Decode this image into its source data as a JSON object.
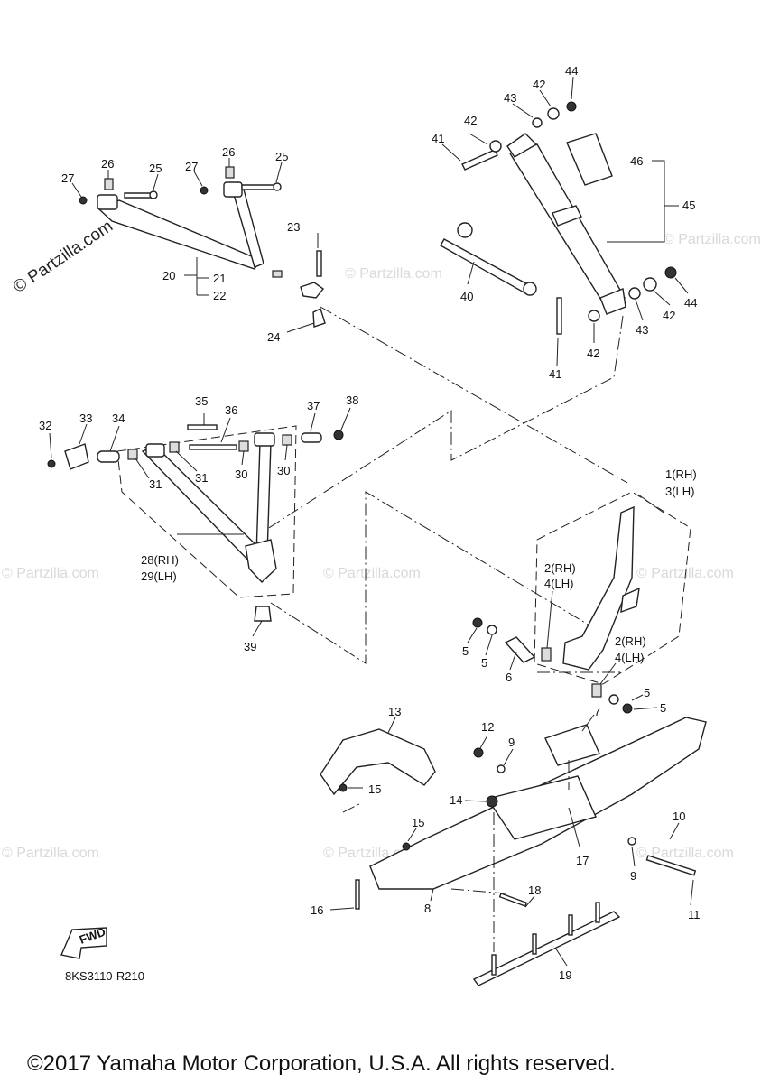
{
  "watermark": {
    "brand": "© Partzilla.com"
  },
  "diagram_code": "8KS3110-R210",
  "fwd_label": "FWD",
  "copyright": "©2017 Yamaha Motor Corporation, U.S.A. All rights reserved.",
  "callouts": {
    "c1": "1(RH)",
    "c3": "3(LH)",
    "c2a": "2(RH)",
    "c4a": "4(LH)",
    "c2b": "2(RH)",
    "c4b": "4(LH)",
    "c5a": "5",
    "c5b": "5",
    "c5c": "5",
    "c5d": "5",
    "c6": "6",
    "c7": "7",
    "c8": "8",
    "c9a": "9",
    "c9b": "9",
    "c10": "10",
    "c11": "11",
    "c12": "12",
    "c13": "13",
    "c14": "14",
    "c15a": "15",
    "c15b": "15",
    "c16": "16",
    "c17": "17",
    "c18": "18",
    "c19": "19",
    "c20": "20",
    "c21": "21",
    "c22": "22",
    "c23": "23",
    "c24": "24",
    "c25a": "25",
    "c25b": "25",
    "c26a": "26",
    "c26b": "26",
    "c27a": "27",
    "c27b": "27",
    "c28": "28(RH)",
    "c29": "29(LH)",
    "c30a": "30",
    "c30b": "30",
    "c31a": "31",
    "c31b": "31",
    "c32": "32",
    "c33": "33",
    "c34": "34",
    "c35": "35",
    "c36": "36",
    "c37": "37",
    "c38": "38",
    "c39": "39",
    "c40": "40",
    "c41a": "41",
    "c41b": "41",
    "c42a": "42",
    "c42b": "42",
    "c42c": "42",
    "c42d": "42",
    "c43a": "43",
    "c43b": "43",
    "c44a": "44",
    "c44b": "44",
    "c45": "45",
    "c46": "46"
  }
}
